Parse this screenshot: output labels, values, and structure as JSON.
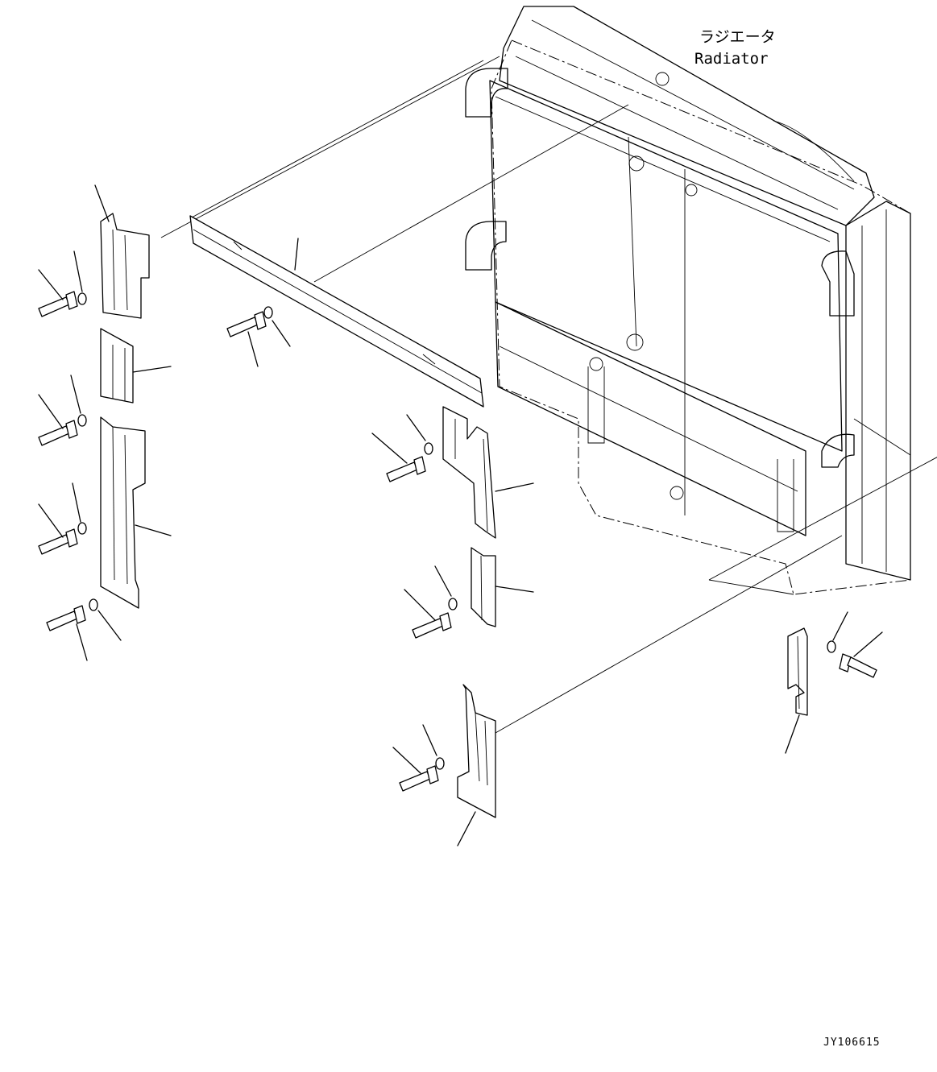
{
  "labels": {
    "radiator_jp": "ラジエータ",
    "radiator_en": "Radiator",
    "drawing_code": "JY106615"
  }
}
